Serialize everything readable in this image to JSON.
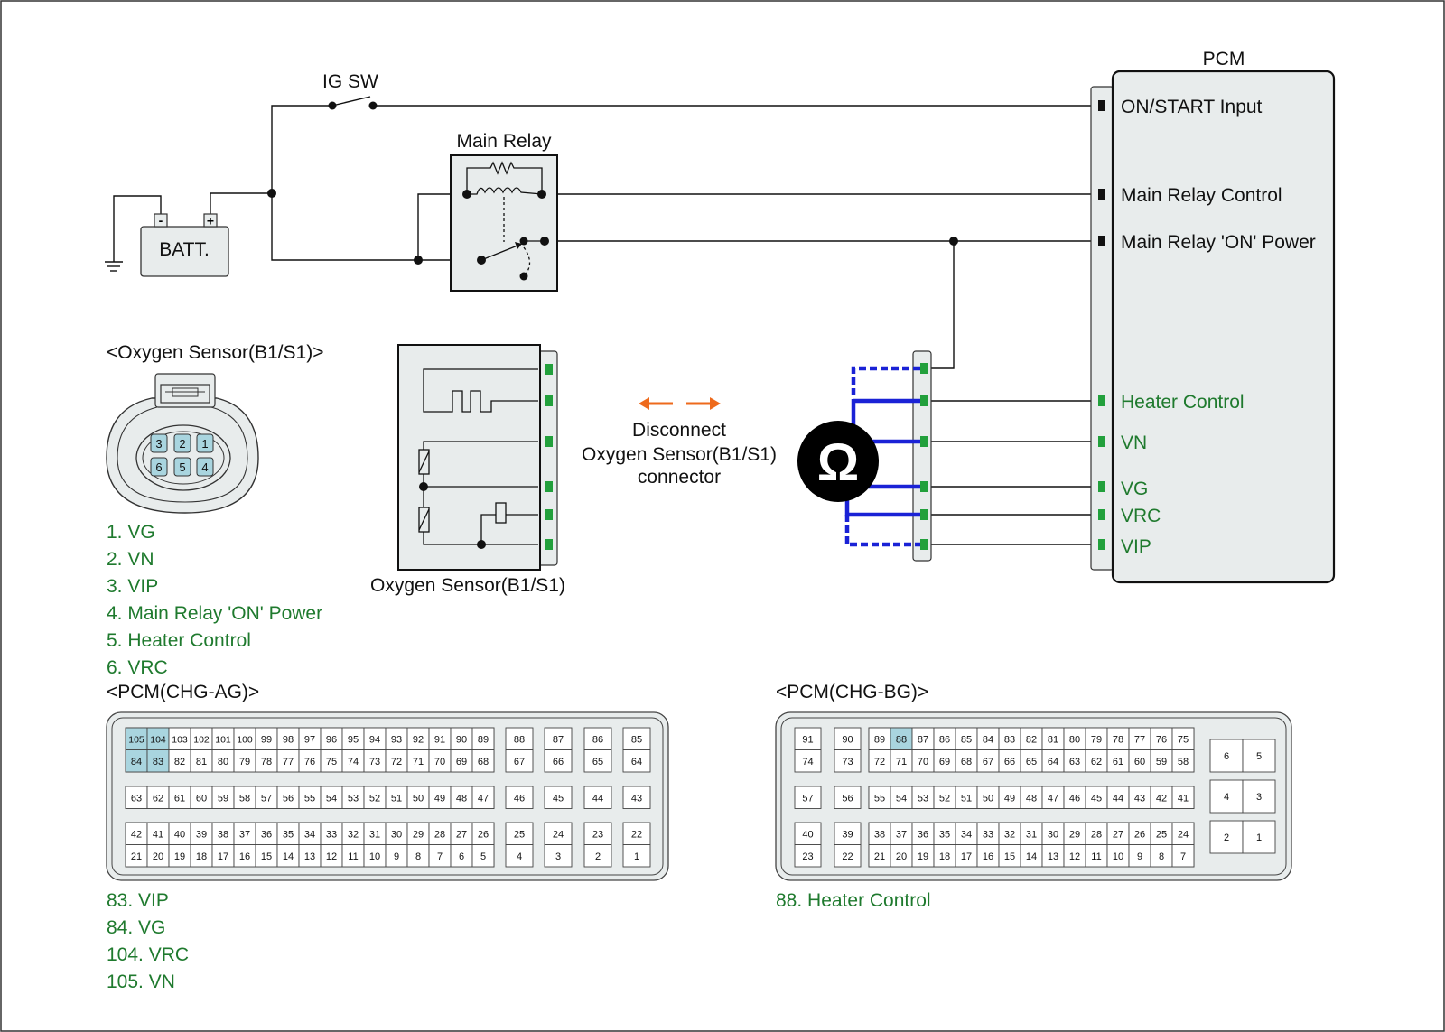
{
  "colors": {
    "wire": "#111111",
    "green_label": "#1f7a2e",
    "terminal_green": "#22a03c",
    "probe_blue": "#1a22d6",
    "arrow_orange": "#ee6a1c",
    "box_fill": "#e8ecec",
    "pin_highlight": "#a9d5df",
    "ohmmeter": "#000000"
  },
  "labels": {
    "ig_sw": "IG SW",
    "batt": "BATT.",
    "batt_minus": "-",
    "batt_plus": "+",
    "main_relay": "Main Relay",
    "pcm": "PCM",
    "on_start": "ON/START Input",
    "main_relay_control": "Main Relay Control",
    "main_relay_on_power": "Main Relay 'ON' Power",
    "heater_control": "Heater Control",
    "vn": "VN",
    "vg": "VG",
    "vrc": "VRC",
    "vip": "VIP",
    "sensor_title": "<Oxygen Sensor(B1/S1)>",
    "sensor_label": "Oxygen Sensor(B1/S1)",
    "disconnect_1": "Disconnect",
    "disconnect_2": "Oxygen Sensor(B1/S1)",
    "disconnect_3": "connector",
    "ohm_symbol": "Ω",
    "pcm_ag_title": "<PCM(CHG-AG)>",
    "pcm_bg_title": "<PCM(CHG-BG)>"
  },
  "sensor_connector": {
    "top_row": [
      "3",
      "2",
      "1"
    ],
    "bottom_row": [
      "6",
      "5",
      "4"
    ]
  },
  "sensor_pins": [
    "1. VG",
    "2. VN",
    "3. VIP",
    "4. Main Relay 'ON' Power",
    "5. Heater Control",
    "6. VRC"
  ],
  "pcm_ag": {
    "groups": [
      {
        "rows": [
          [
            "105",
            "104",
            "103",
            "102",
            "101",
            "100",
            "99",
            "98",
            "97",
            "96",
            "95",
            "94",
            "93",
            "92",
            "91",
            "90",
            "89"
          ],
          [
            "84",
            "83",
            "82",
            "81",
            "80",
            "79",
            "78",
            "77",
            "76",
            "75",
            "74",
            "73",
            "72",
            "71",
            "70",
            "69",
            "68"
          ]
        ]
      },
      {
        "rows": [
          [
            "63",
            "62",
            "61",
            "60",
            "59",
            "58",
            "57",
            "56",
            "55",
            "54",
            "53",
            "52",
            "51",
            "50",
            "49",
            "48",
            "47"
          ]
        ]
      },
      {
        "rows": [
          [
            "42",
            "41",
            "40",
            "39",
            "38",
            "37",
            "36",
            "35",
            "34",
            "33",
            "32",
            "31",
            "30",
            "29",
            "28",
            "27",
            "26"
          ],
          [
            "21",
            "20",
            "19",
            "18",
            "17",
            "16",
            "15",
            "14",
            "13",
            "12",
            "11",
            "10",
            "9",
            "8",
            "7",
            "6",
            "5"
          ]
        ]
      }
    ],
    "side": [
      {
        "rows": [
          [
            "88",
            "87",
            "86",
            "85"
          ],
          [
            "67",
            "66",
            "65",
            "64"
          ]
        ]
      },
      {
        "rows": [
          [
            "46",
            "45",
            "44",
            "43"
          ]
        ]
      },
      {
        "rows": [
          [
            "25",
            "24",
            "23",
            "22"
          ],
          [
            "4",
            "3",
            "2",
            "1"
          ]
        ]
      }
    ],
    "highlighted": [
      "105",
      "104",
      "84",
      "83"
    ]
  },
  "pcm_ag_pins": [
    "83. VIP",
    "84. VG",
    "104. VRC",
    "105. VN"
  ],
  "pcm_bg": {
    "left": [
      {
        "rows": [
          [
            "91",
            "90"
          ],
          [
            "74",
            "73"
          ]
        ]
      },
      {
        "rows": [
          [
            "57",
            "56"
          ]
        ]
      },
      {
        "rows": [
          [
            "40",
            "39"
          ],
          [
            "23",
            "22"
          ]
        ]
      }
    ],
    "main": [
      {
        "rows": [
          [
            "89",
            "88",
            "87",
            "86",
            "85",
            "84",
            "83",
            "82",
            "81",
            "80",
            "79",
            "78",
            "77",
            "76",
            "75"
          ],
          [
            "72",
            "71",
            "70",
            "69",
            "68",
            "67",
            "66",
            "65",
            "64",
            "63",
            "62",
            "61",
            "60",
            "59",
            "58"
          ]
        ]
      },
      {
        "rows": [
          [
            "55",
            "54",
            "53",
            "52",
            "51",
            "50",
            "49",
            "48",
            "47",
            "46",
            "45",
            "44",
            "43",
            "42",
            "41"
          ]
        ]
      },
      {
        "rows": [
          [
            "38",
            "37",
            "36",
            "35",
            "34",
            "33",
            "32",
            "31",
            "30",
            "29",
            "28",
            "27",
            "26",
            "25",
            "24"
          ],
          [
            "21",
            "20",
            "19",
            "18",
            "17",
            "16",
            "15",
            "14",
            "13",
            "12",
            "11",
            "10",
            "9",
            "8",
            "7"
          ]
        ]
      }
    ],
    "right": [
      [
        "6",
        "5"
      ],
      [
        "4",
        "3"
      ],
      [
        "2",
        "1"
      ]
    ],
    "highlighted": [
      "88"
    ]
  },
  "pcm_bg_pins": [
    "88. Heater Control"
  ]
}
